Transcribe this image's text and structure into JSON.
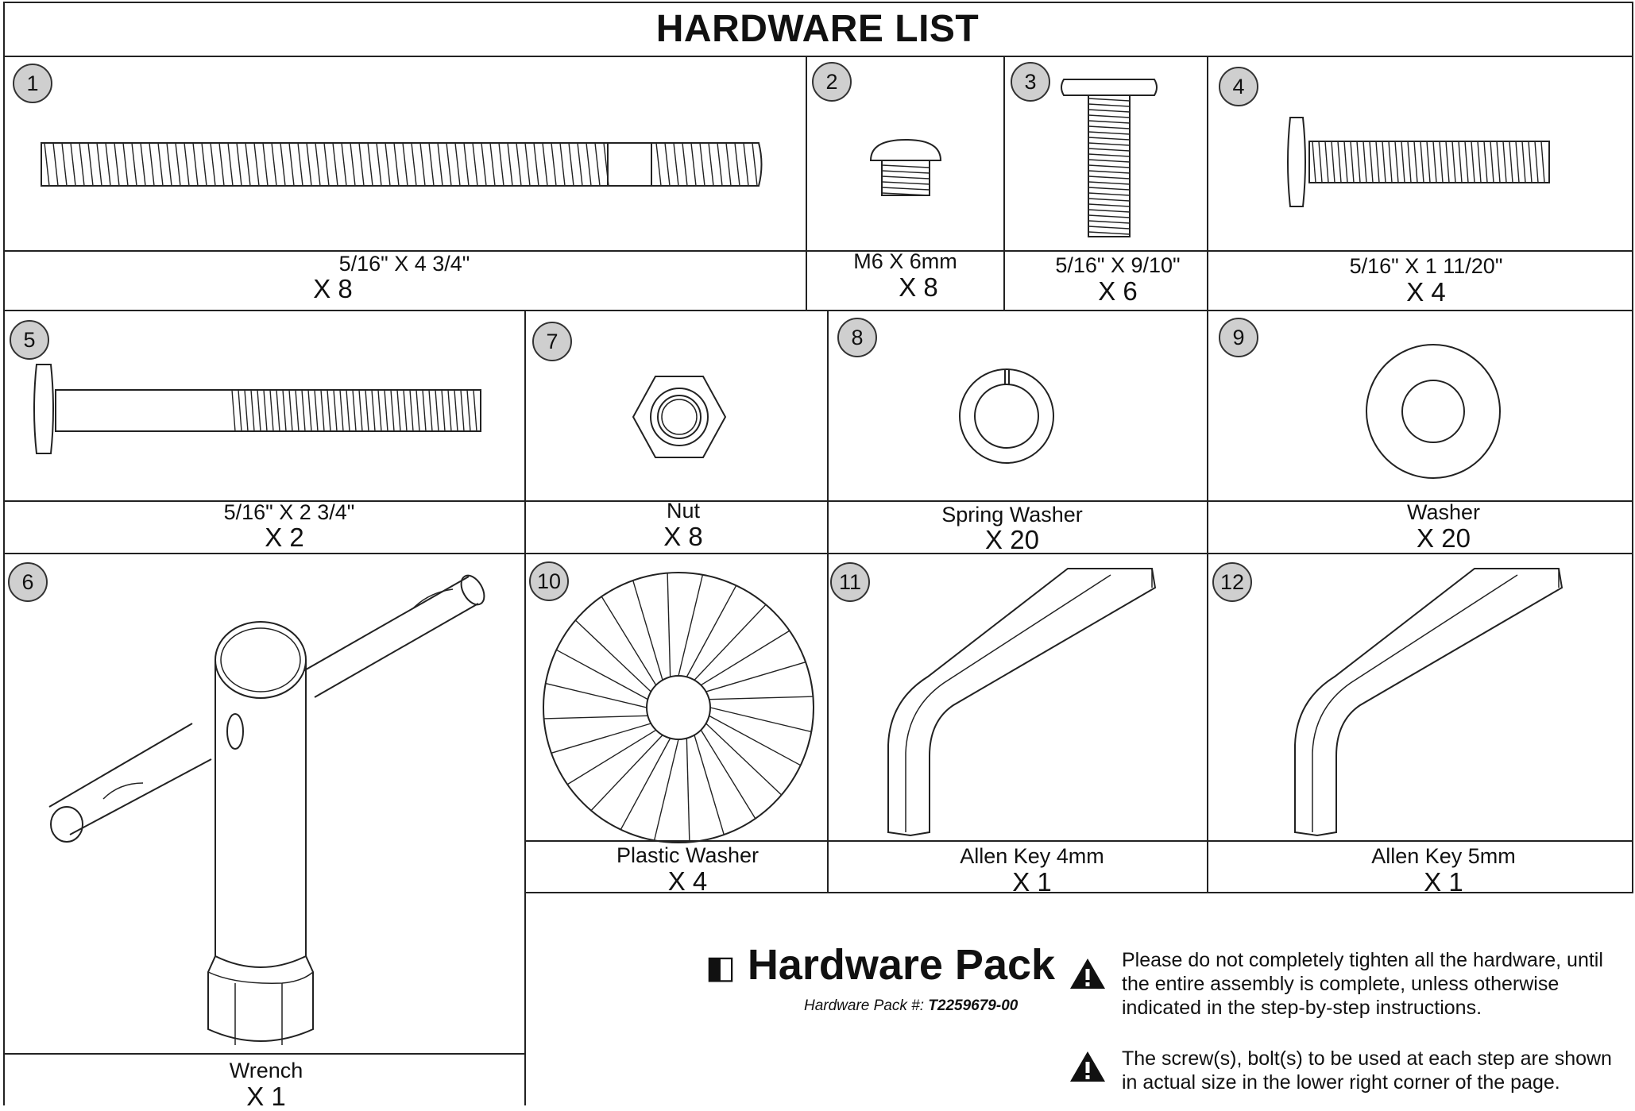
{
  "header": {
    "title": "HARDWARE LIST"
  },
  "items": [
    {
      "num": "1",
      "label": "5/16\" X 4 3/4\"",
      "qty": "X 8",
      "icon": "long-bolt-icon"
    },
    {
      "num": "2",
      "label": "M6 X 6mm",
      "qty": "X 8",
      "icon": "short-screw-icon"
    },
    {
      "num": "3",
      "label": "5/16\" X 9/10\"",
      "qty": "X 6",
      "icon": "bolt-icon"
    },
    {
      "num": "4",
      "label": "5/16\" X 1 11/20\"",
      "qty": "X 4",
      "icon": "bolt-icon"
    },
    {
      "num": "5",
      "label": "5/16\" X 2 3/4\"",
      "qty": "X 2",
      "icon": "bolt-icon"
    },
    {
      "num": "6",
      "label": "Wrench",
      "qty": "X 1",
      "icon": "wrench-icon"
    },
    {
      "num": "7",
      "label": "Nut",
      "qty": "X 8",
      "icon": "nut-icon"
    },
    {
      "num": "8",
      "label": "Spring Washer",
      "qty": "X 20",
      "icon": "spring-washer-icon"
    },
    {
      "num": "9",
      "label": "Washer",
      "qty": "X 20",
      "icon": "washer-icon"
    },
    {
      "num": "10",
      "label": "Plastic Washer",
      "qty": "X 4",
      "icon": "plastic-washer-icon"
    },
    {
      "num": "11",
      "label": "Allen Key 4mm",
      "qty": "X 1",
      "icon": "allen-key-icon"
    },
    {
      "num": "12",
      "label": "Allen Key 5mm",
      "qty": "X 1",
      "icon": "allen-key-icon"
    }
  ],
  "pack": {
    "symbol": "◧",
    "title": "Hardware Pack",
    "number_label": "Hardware Pack #:",
    "number": "T2259679-00"
  },
  "notes": [
    {
      "icon": "warning-icon",
      "text": "Please do not completely tighten all the hardware, until the entire assembly is complete, unless otherwise indicated in the step-by-step instructions."
    },
    {
      "icon": "warning-icon",
      "text": "The screw(s), bolt(s) to be used at each step are shown in actual size in the lower right corner of the page."
    }
  ]
}
